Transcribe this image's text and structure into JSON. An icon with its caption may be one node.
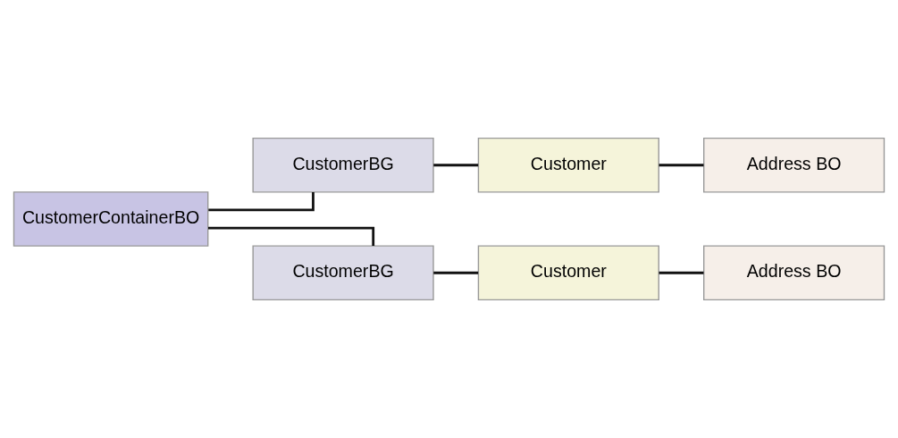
{
  "diagram": {
    "nodes": [
      {
        "text": [
          "CustomerContainerBO"
        ]
      },
      {
        "text": [
          "CustomerBG"
        ]
      },
      {
        "text": [
          "Customer"
        ]
      },
      {
        "text": [
          "Address BO"
        ]
      },
      {
        "text": [
          "CustomerBG"
        ]
      },
      {
        "text": [
          "Customer"
        ]
      },
      {
        "text": [
          "Address BO"
        ]
      }
    ],
    "edges": [
      {
        "from": 0,
        "to": 1,
        "arrow": "none"
      },
      {
        "from": 1,
        "to": 2,
        "arrow": "none"
      },
      {
        "from": 2,
        "to": 3,
        "arrow": "none"
      },
      {
        "from": 0,
        "to": 4,
        "arrow": "none"
      },
      {
        "from": 4,
        "to": 5,
        "arrow": "none"
      },
      {
        "from": 5,
        "to": 6,
        "arrow": "none"
      }
    ]
  }
}
